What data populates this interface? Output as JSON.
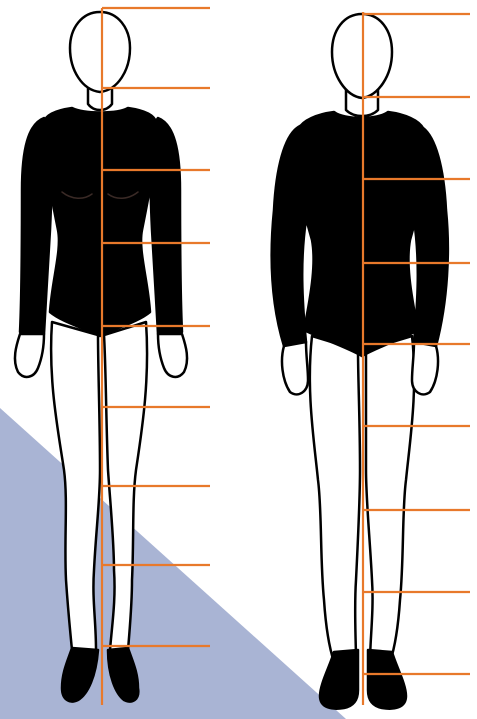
{
  "colors": {
    "background": "#ffffff",
    "guide": "#e8792b",
    "garment": "#000000",
    "outline": "#000000",
    "accent_triangle": "#a9b4d4"
  },
  "figures": [
    {
      "id": "female",
      "head_units": 8
    },
    {
      "id": "male",
      "head_units": 8
    }
  ]
}
